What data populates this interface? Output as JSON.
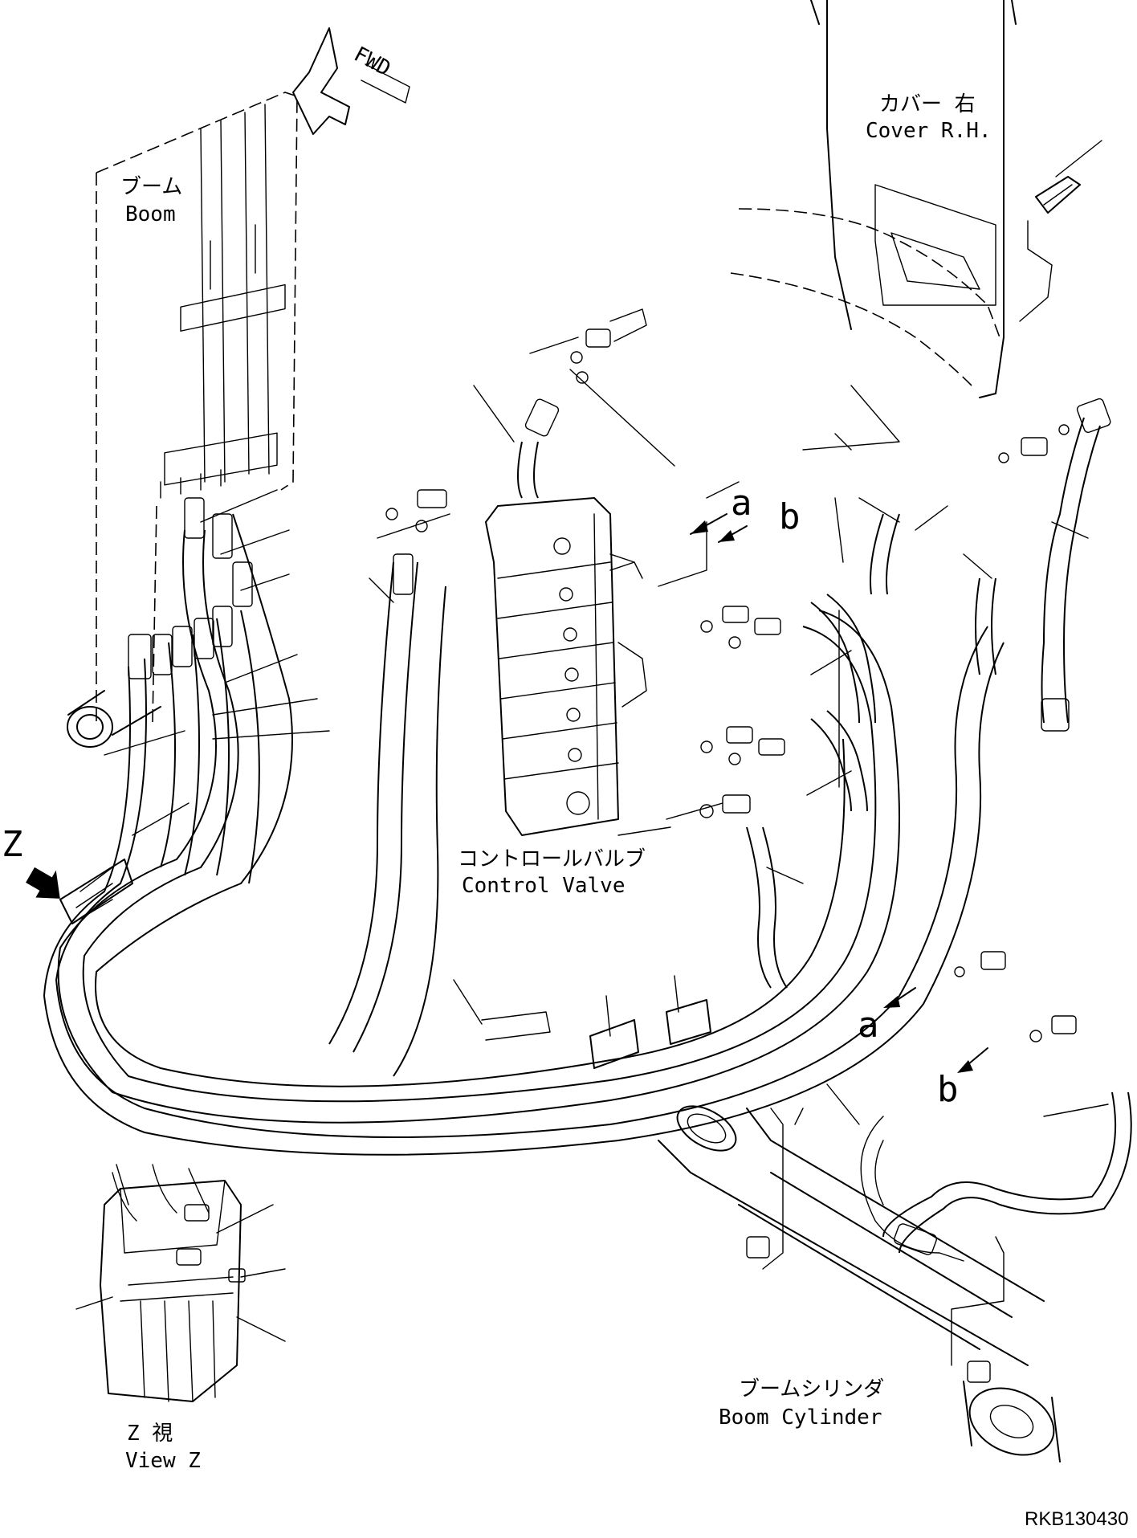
{
  "labels": {
    "boom_jp": "ブーム",
    "boom_en": "Boom",
    "cover_jp": "カバー 右",
    "cover_en": "Cover R.H.",
    "control_valve_jp": "コントロールバルブ",
    "control_valve_en": "Control Valve",
    "boom_cylinder_jp": "ブームシリンダ",
    "boom_cylinder_en": "Boom Cylinder",
    "view_z_jp": "Z 視",
    "view_z_en": "View Z",
    "fwd": "FWD",
    "z_marker": "Z",
    "ref_a_top": "a",
    "ref_b_top": "b",
    "ref_a_bottom": "a",
    "ref_b_bottom": "b",
    "drawing_code": "RKB130430"
  }
}
